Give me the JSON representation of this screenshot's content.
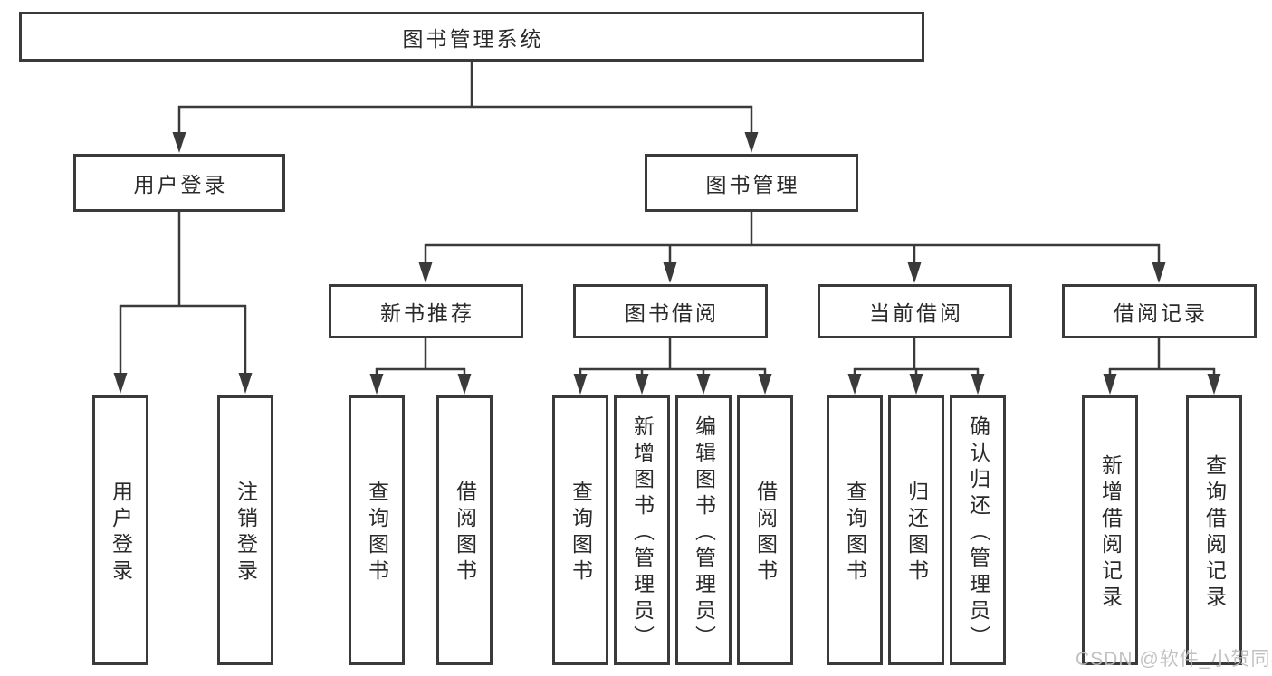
{
  "diagram": {
    "root": {
      "label": "图书管理系统"
    },
    "level2": [
      {
        "label": "用户登录"
      },
      {
        "label": "图书管理"
      }
    ],
    "level3": [
      {
        "label": "新书推荐"
      },
      {
        "label": "图书借阅"
      },
      {
        "label": "当前借阅"
      },
      {
        "label": "借阅记录"
      }
    ],
    "level4": {
      "user_login": [
        {
          "label": "用户登录"
        },
        {
          "label": "注销登录"
        }
      ],
      "new_book_recommend": [
        {
          "label": "查询图书"
        },
        {
          "label": "借阅图书"
        }
      ],
      "book_borrow": [
        {
          "label": "查询图书"
        },
        {
          "label": "新增图书（管理员）"
        },
        {
          "label": "编辑图书（管理员）"
        },
        {
          "label": "借阅图书"
        }
      ],
      "current_borrow": [
        {
          "label": "查询图书"
        },
        {
          "label": "归还图书"
        },
        {
          "label": "确认归还（管理员）"
        }
      ],
      "borrow_record": [
        {
          "label": "新增借阅记录"
        },
        {
          "label": "查询借阅记录"
        }
      ]
    }
  },
  "watermark": {
    "text": "CSDN @软件_小贺同学"
  },
  "colors": {
    "line": "#3a3a3a",
    "box_border": "#3a3a3a",
    "text": "#2a2a2a",
    "background": "#ffffff",
    "watermark": "#bcbcbc"
  }
}
